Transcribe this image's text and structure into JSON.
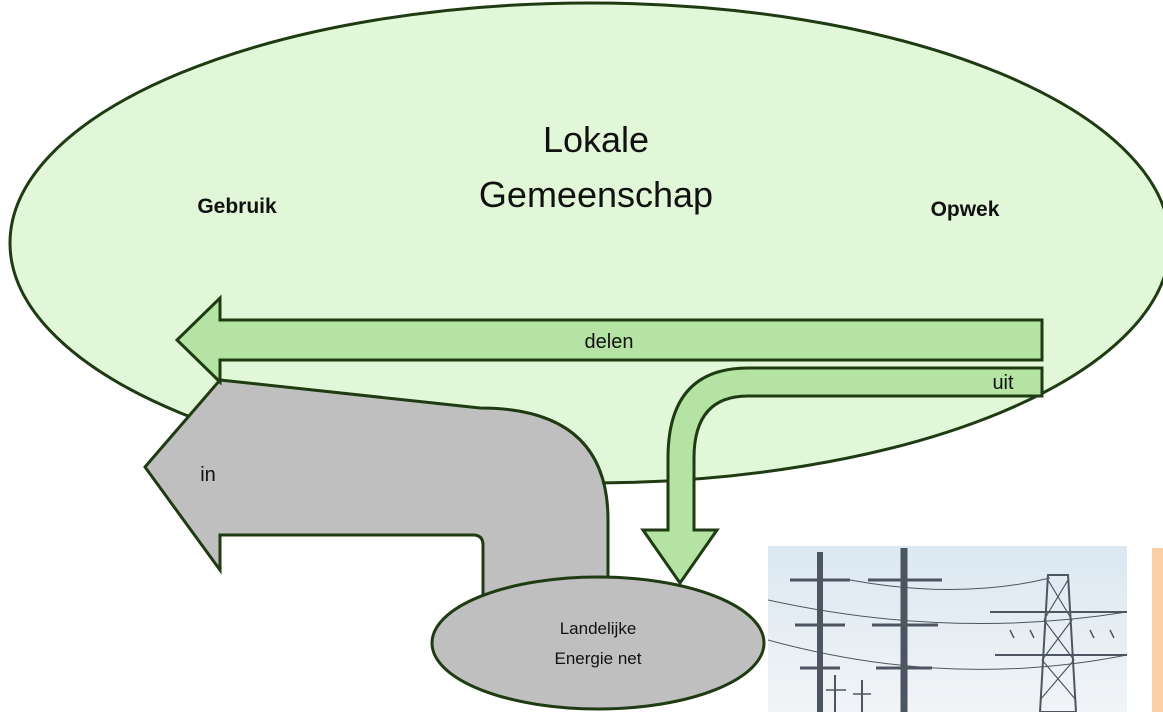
{
  "community": {
    "title_line1": "Lokale",
    "title_line2": "Gemeenschap",
    "left_label": "Gebruik",
    "right_label": "Opwek"
  },
  "arrows": {
    "share_label": "delen",
    "out_label": "uit",
    "in_label": "in"
  },
  "grid": {
    "line1": "Landelijke",
    "line2": "Energie net"
  },
  "colors": {
    "community_fill": "#e2f7d8",
    "green_arrow_fill": "#b5e3a3",
    "gray_fill": "#bfbfbf",
    "outline": "#1f3b12",
    "peach_bar": "#f9cfa6"
  }
}
